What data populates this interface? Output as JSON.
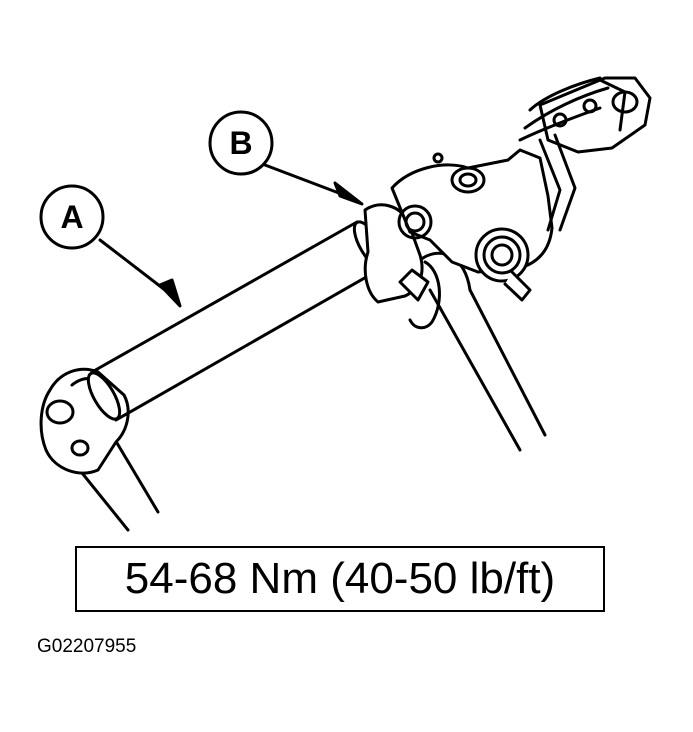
{
  "callouts": {
    "a": "A",
    "b": "B"
  },
  "torque_spec": "54-68 Nm (40-50 lb/ft)",
  "figure_id": "G02207955",
  "colors": {
    "ink": "#000000",
    "paper": "#ffffff"
  }
}
